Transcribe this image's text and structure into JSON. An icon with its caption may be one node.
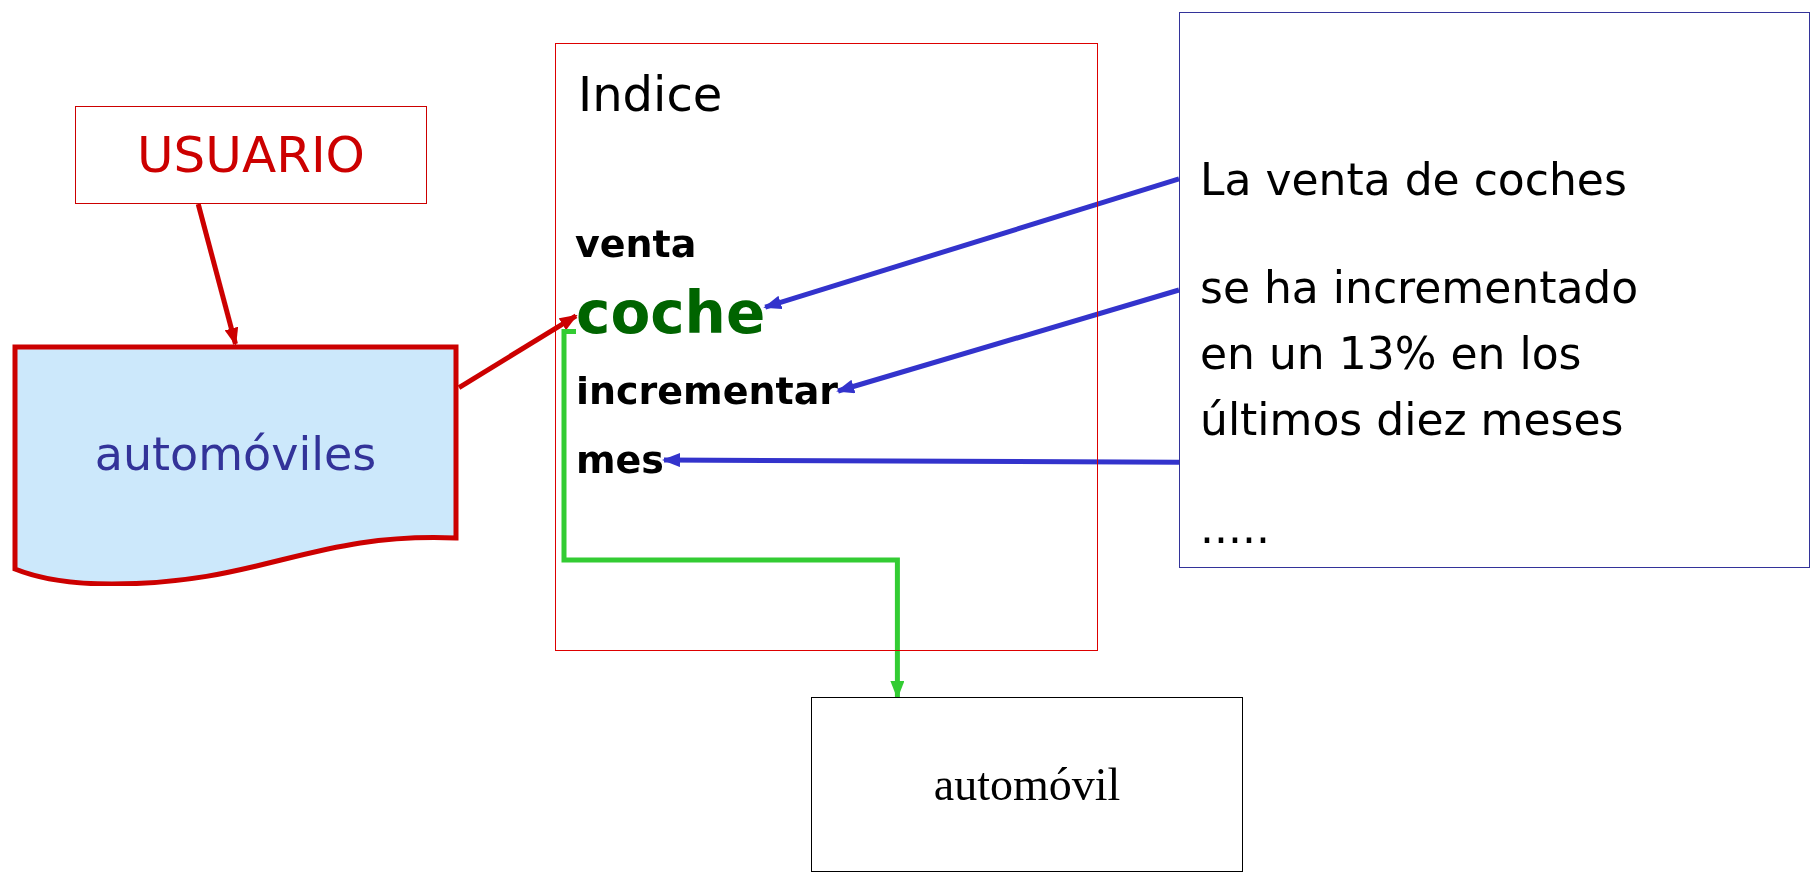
{
  "diagram": {
    "nodes": [
      {
        "text": [
          "USUARIO"
        ]
      },
      {
        "text": [
          "automóviles"
        ]
      },
      {
        "text": [
          "Indice"
        ]
      },
      {
        "text": [
          "coche"
        ],
        "in": 2
      },
      {
        "text": [
          "incrementar"
        ],
        "in": 2
      },
      {
        "text": [
          "mes"
        ],
        "in": 2
      },
      {
        "text": [
          "La venta de coches",
          "se ha incrementado en un 13% en los últimos diez meses",
          "....."
        ]
      },
      {
        "text": [
          "automóvil"
        ]
      }
    ],
    "edges": [
      {
        "from": 0,
        "to": 1,
        "arrow": "to",
        "color": "#cc0000"
      },
      {
        "from": 1,
        "to": 3,
        "arrow": "to",
        "color": "#cc0000"
      },
      {
        "from": 6,
        "to": 3,
        "arrow": "to"
      },
      {
        "from": 6,
        "to": 4,
        "arrow": "to"
      },
      {
        "from": 6,
        "to": 5,
        "arrow": "to"
      },
      {
        "from": 3,
        "to": 7,
        "arrow": "to",
        "color": "#33cc33"
      }
    ],
    "labels": [
      "venta"
    ]
  }
}
